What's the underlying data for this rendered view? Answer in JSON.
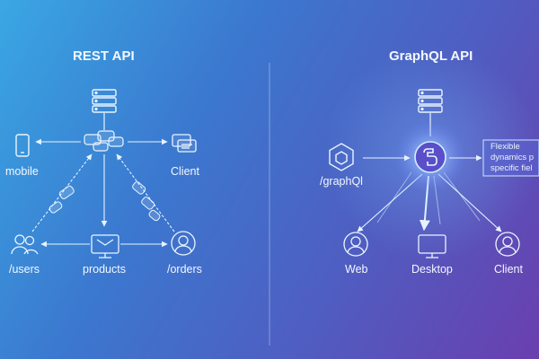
{
  "colors": {
    "accent": "#9fe3ff",
    "line": "#e6f4ff"
  },
  "rest": {
    "title": "REST API",
    "labels": {
      "mobile": "mobile",
      "client": "Client",
      "users": "/users",
      "products": "products",
      "orders": "/orders"
    }
  },
  "graphql": {
    "title": "GraphQL API",
    "labels": {
      "endpoint": "/graphQl",
      "web": "Web",
      "desktop": "Desktop",
      "client": "Client"
    },
    "note_lines": [
      "Flexible",
      "dynamics p",
      "specific fiel"
    ]
  }
}
